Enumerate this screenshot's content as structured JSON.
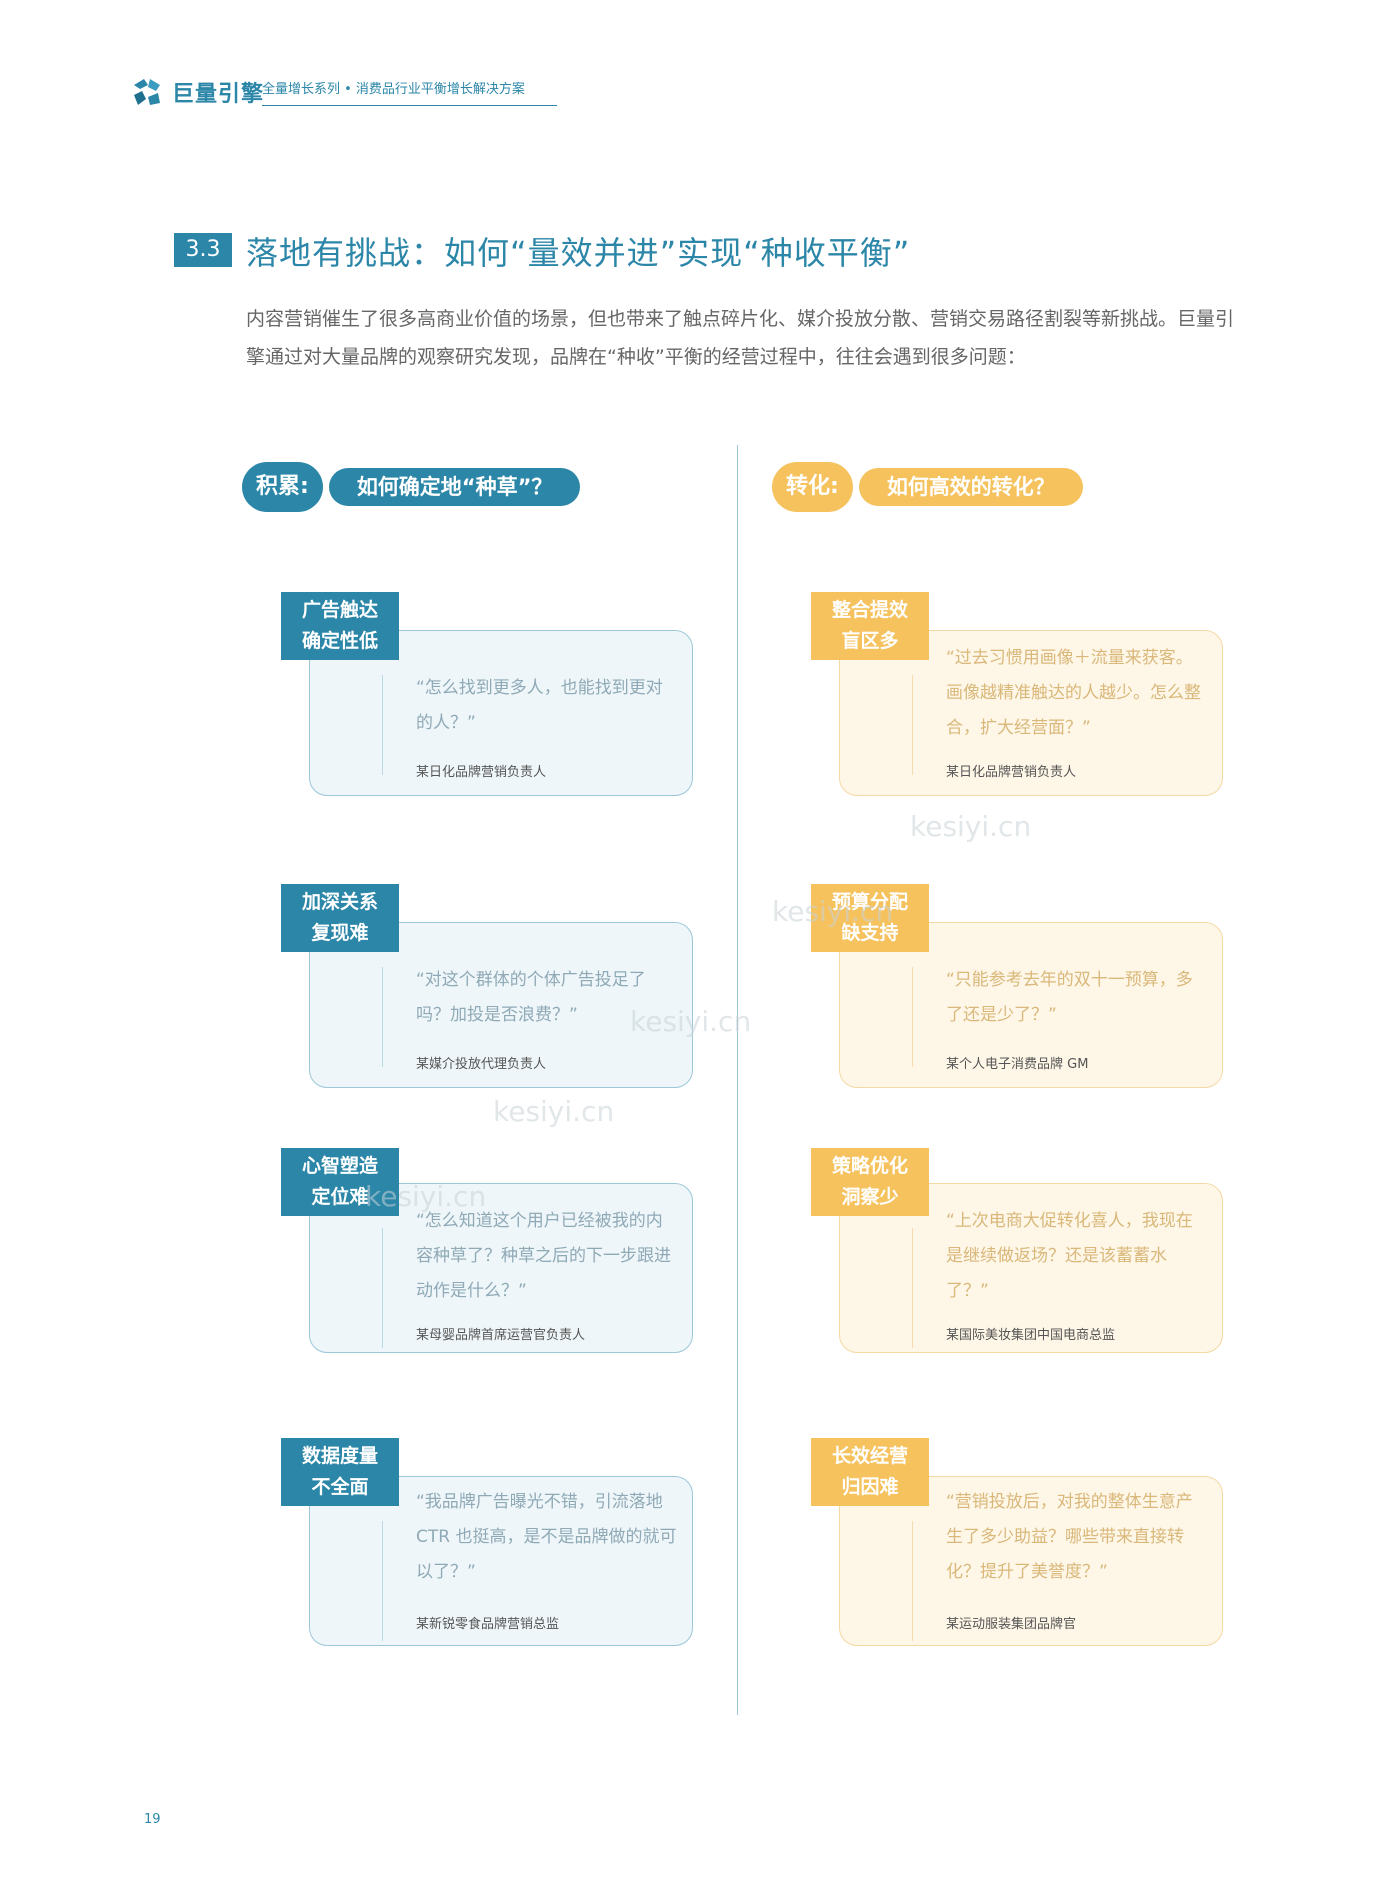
{
  "header": {
    "logo_text": "巨量引擎",
    "subtitle": "全量增长系列 • 消费品行业平衡增长解决方案"
  },
  "section": {
    "number": "3.3",
    "title": "落地有挑战：如何“量效并进”实现“种收平衡”",
    "intro": "内容营销催生了很多高商业价值的场景，但也带来了触点碎片化、媒介投放分散、营销交易路径割裂等新挑战。巨量引擎通过对大量品牌的观察研究发现，品牌在“种收”平衡的经营过程中，往往会遇到很多问题："
  },
  "left": {
    "label": "积累:",
    "question": "如何确定地“种草”？",
    "cards": [
      {
        "tag_line1": "广告触达",
        "tag_line2": "确定性低",
        "quote": "“怎么找到更多人，也能找到更对的人？”",
        "source": "某日化品牌营销负责人"
      },
      {
        "tag_line1": "加深关系",
        "tag_line2": "复现难",
        "quote": "“对这个群体的个体广告投足了吗？加投是否浪费？”",
        "source": "某媒介投放代理负责人"
      },
      {
        "tag_line1": "心智塑造",
        "tag_line2": "定位难",
        "quote": "“怎么知道这个用户已经被我的内容种草了？种草之后的下一步跟进动作是什么？”",
        "source": "某母婴品牌首席运营官负责人"
      },
      {
        "tag_line1": "数据度量",
        "tag_line2": "不全面",
        "quote": "“我品牌广告曝光不错，引流落地 CTR 也挺高，是不是品牌做的就可以了？”",
        "source": "某新锐零食品牌营销总监"
      }
    ]
  },
  "right": {
    "label": "转化:",
    "question": "如何高效的转化？",
    "cards": [
      {
        "tag_line1": "整合提效",
        "tag_line2": "盲区多",
        "quote": "“过去习惯用画像＋流量来获客。画像越精准触达的人越少。怎么整合，扩大经营面？”",
        "source": "某日化品牌营销负责人"
      },
      {
        "tag_line1": "预算分配",
        "tag_line2": "缺支持",
        "quote": "“只能参考去年的双十一预算，多了还是少了？”",
        "source": "某个人电子消费品牌 GM"
      },
      {
        "tag_line1": "策略优化",
        "tag_line2": "洞察少",
        "quote": "“上次电商大促转化喜人，我现在是继续做返场？还是该蓄蓄水了？”",
        "source": "某国际美妆集团中国电商总监"
      },
      {
        "tag_line1": "长效经营",
        "tag_line2": "归因难",
        "quote": "“营销投放后，对我的整体生意产生了多少助益？哪些带来直接转化？提升了美誉度？”",
        "source": "某运动服装集团品牌官"
      }
    ]
  },
  "watermark": "kesiyi.cn",
  "page_number": "19",
  "colors": {
    "teal": "#2b86a8",
    "gold": "#f5c25e"
  }
}
